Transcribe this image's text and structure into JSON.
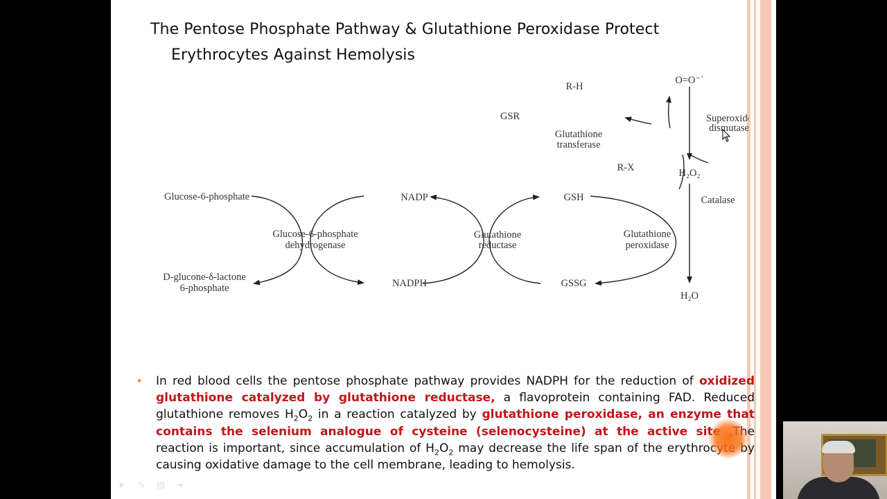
{
  "slide": {
    "title_line1": "The Pentose Phosphate Pathway & Glutathione Peroxidase Protect",
    "title_line2": "Erythrocytes Against Hemolysis"
  },
  "diagram": {
    "glucose6p": "Glucose-6-phosphate",
    "g6pd_line1": "Glucose-6-phosphate",
    "g6pd_line2": "dehydrogenase",
    "lactone_line1": "D-glucone-δ-lactone",
    "lactone_line2": "6-phosphate",
    "nadp": "NADP",
    "nadph": "NADPH",
    "gr_line1": "Glutathione",
    "gr_line2": "reductase",
    "gsh": "GSH",
    "gssg": "GSSG",
    "gpx_line1": "Glutathione",
    "gpx_line2": "peroxidase",
    "gst_line1": "Glutathione",
    "gst_line2": "transferase",
    "gsr": "GSR",
    "rh": "R-H",
    "rx": "R-X",
    "superoxide": "O=O⁻˙",
    "sod_line1": "Superoxide",
    "sod_line2": "dismutase",
    "h2o2": "H₂O₂",
    "catalase": "Catalase",
    "h2o": "H₂O"
  },
  "paragraph": {
    "bullet": "•",
    "t1": "In red blood cells the pentose phosphate pathway provides NADPH for the reduction of ",
    "h1": "oxidized glutathione catalyzed by glutathione reductase,",
    "t2": " a flavoprotein containing FAD. Reduced glutathione removes H",
    "s1": "2",
    "t3": "O",
    "s2": "2",
    "t4": " in a reaction catalyzed by ",
    "h2": "glutathione peroxidase, an enzyme that contains the selenium analogue of cysteine (selenocysteine) at the active site",
    "t5": " ,The reaction is important, since accumulation of H",
    "s3": "2",
    "t6": "O",
    "s4": "2",
    "t7": " may decrease the life span of the erythrocyte by causing oxidative damage to the cell membrane, leading to hemolysis."
  },
  "colors": {
    "highlight": "#c0161c",
    "bullet": "#e8845a",
    "border": "#f6c9b7",
    "laser": "#f86e14"
  },
  "icons": [
    "cursor-arrow-icon",
    "pointer-toolbar-icon",
    "pen-toolbar-icon",
    "menu-toolbar-icon",
    "next-toolbar-icon"
  ]
}
